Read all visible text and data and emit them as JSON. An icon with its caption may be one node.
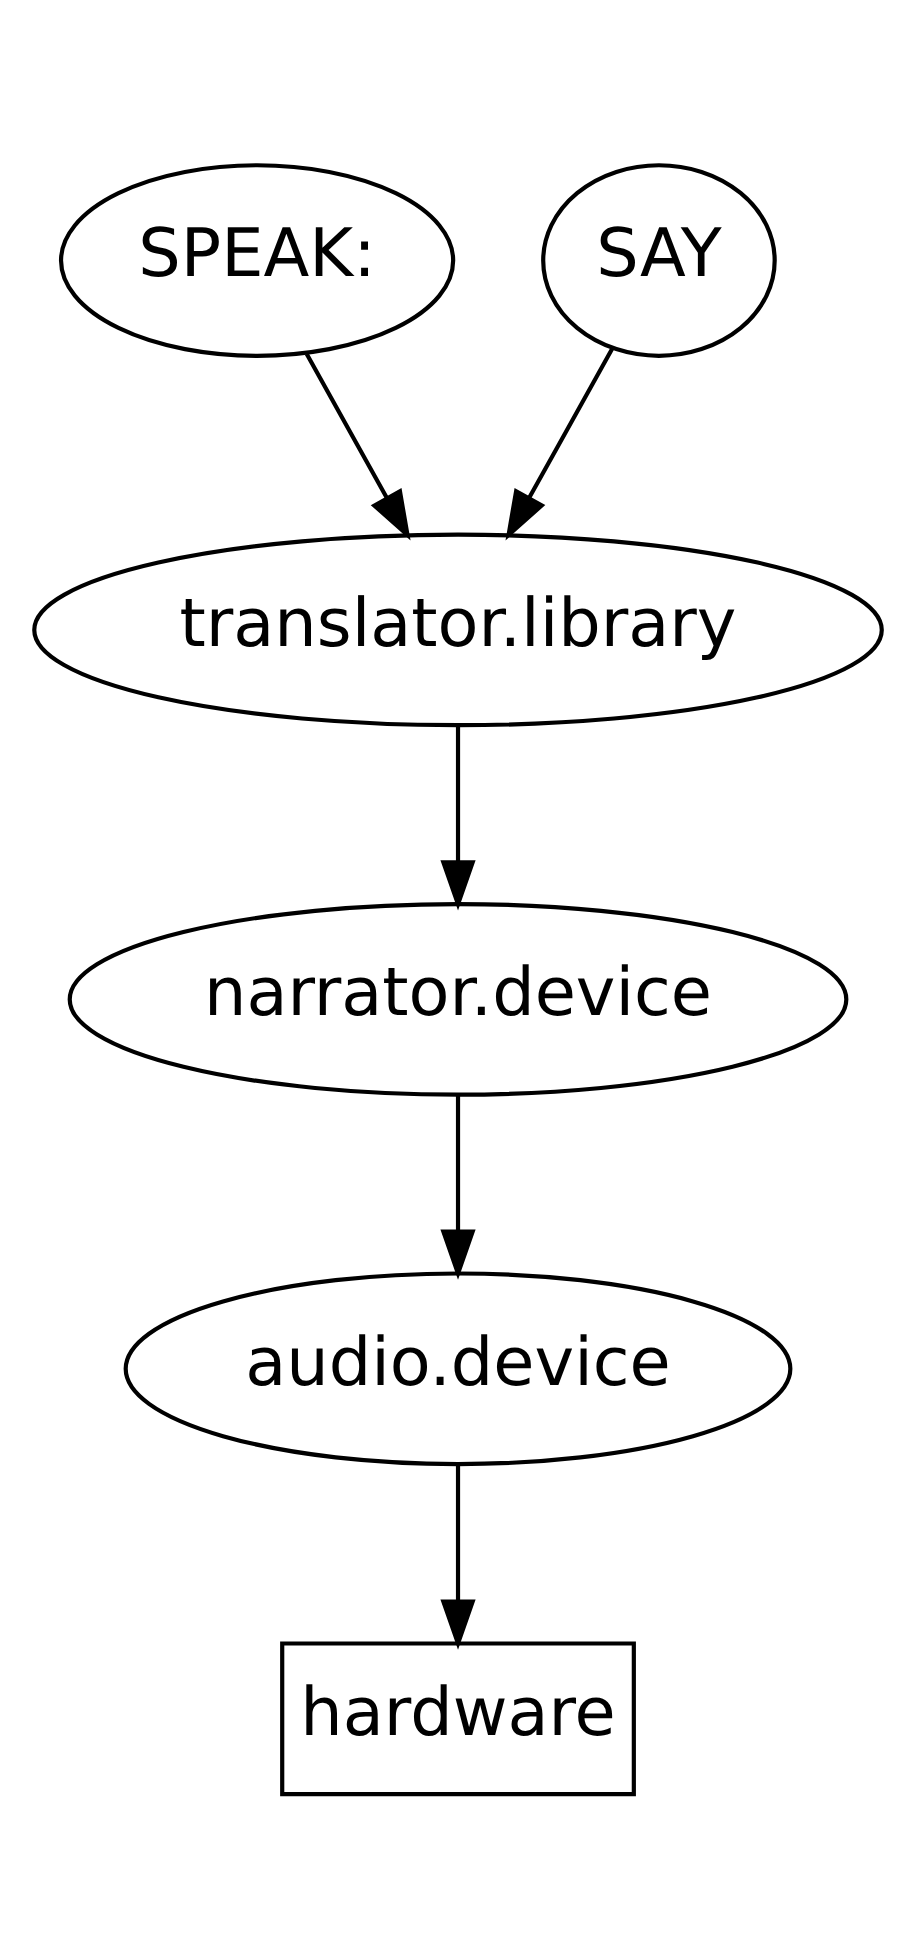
{
  "diagram": {
    "nodes": [
      {
        "text": [
          "SPEAK:"
        ]
      },
      {
        "text": [
          "SAY"
        ]
      },
      {
        "text": [
          "translator.library"
        ]
      },
      {
        "text": [
          "narrator.device"
        ]
      },
      {
        "text": [
          "audio.device"
        ]
      },
      {
        "text": [
          "hardware"
        ]
      }
    ],
    "edges": [
      {
        "from": 0,
        "to": 2,
        "arrow": "to"
      },
      {
        "from": 1,
        "to": 2,
        "arrow": "to"
      },
      {
        "from": 2,
        "to": 3,
        "arrow": "to"
      },
      {
        "from": 3,
        "to": 4,
        "arrow": "to"
      },
      {
        "from": 4,
        "to": 5,
        "arrow": "to"
      }
    ]
  }
}
